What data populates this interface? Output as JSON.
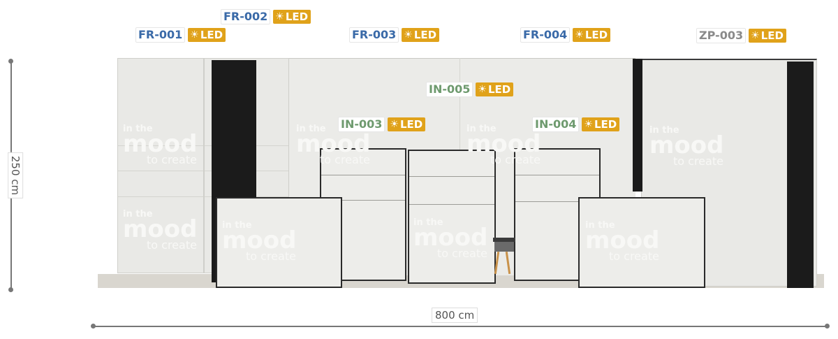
{
  "colors": {
    "frame": "#3a6aa8",
    "interior": "#6e9a6e",
    "zp": "#8a8a8a",
    "led": "#e0a21a",
    "panel": "#e9e9e6",
    "dark": "#1b1b1b"
  },
  "labels": [
    {
      "id": "fr-001",
      "code": "FR-001",
      "type": "frame",
      "led": "LED"
    },
    {
      "id": "fr-002",
      "code": "FR-002",
      "type": "frame",
      "led": "LED"
    },
    {
      "id": "fr-003",
      "code": "FR-003",
      "type": "frame",
      "led": "LED"
    },
    {
      "id": "fr-004",
      "code": "FR-004",
      "type": "frame",
      "led": "LED"
    },
    {
      "id": "zp-003",
      "code": "ZP-003",
      "type": "zp",
      "led": "LED"
    },
    {
      "id": "in-005",
      "code": "IN-005",
      "type": "interior",
      "led": "LED"
    },
    {
      "id": "in-003",
      "code": "IN-003",
      "type": "interior",
      "led": "LED"
    },
    {
      "id": "in-004",
      "code": "IN-004",
      "type": "interior",
      "led": "LED"
    }
  ],
  "dimensions": {
    "height": "250 cm",
    "width": "800 cm"
  },
  "watermark": {
    "line1": "in the",
    "line2": "mood",
    "line3": "to create"
  },
  "icons": {
    "led": "sun-icon"
  }
}
